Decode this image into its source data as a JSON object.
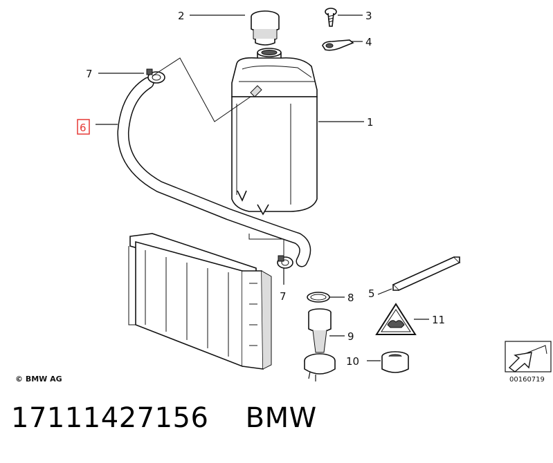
{
  "callouts": {
    "c1": "1",
    "c2": "2",
    "c3": "3",
    "c4": "4",
    "c5": "5",
    "c6": "6",
    "c7a": "7",
    "c7b": "7",
    "c8": "8",
    "c9": "9",
    "c10": "10",
    "c11": "11"
  },
  "highlight_callout": "6",
  "highlight_color": "#e53935",
  "copyright": "© BMW AG",
  "diagram_number": "00160719",
  "part_number": "17111427156",
  "brand": "BMW",
  "icons": {
    "warning_symbol": "hot-coolant-warning-triangle-icon",
    "direction_symbol": "diagram-arrow-icon"
  }
}
